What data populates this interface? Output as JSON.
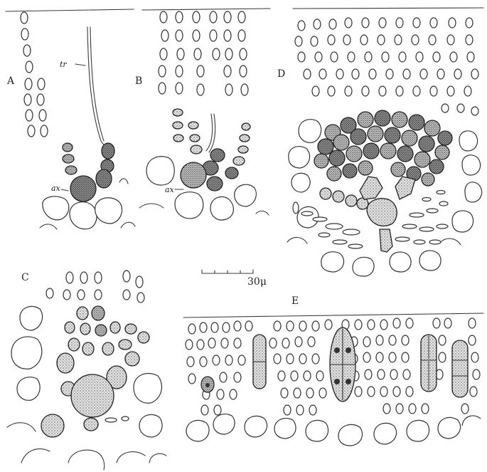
{
  "panels": {
    "A": {
      "label": "A",
      "tr_label": "tr",
      "ax_label": "ax"
    },
    "B": {
      "label": "B",
      "ax_label": "ax"
    },
    "C": {
      "label": "C"
    },
    "D": {
      "label": "D"
    },
    "E": {
      "label": "E"
    }
  },
  "scale_bar": {
    "label": "30μ"
  },
  "colors": {
    "ink": "#333333",
    "paper": "#ffffff"
  }
}
